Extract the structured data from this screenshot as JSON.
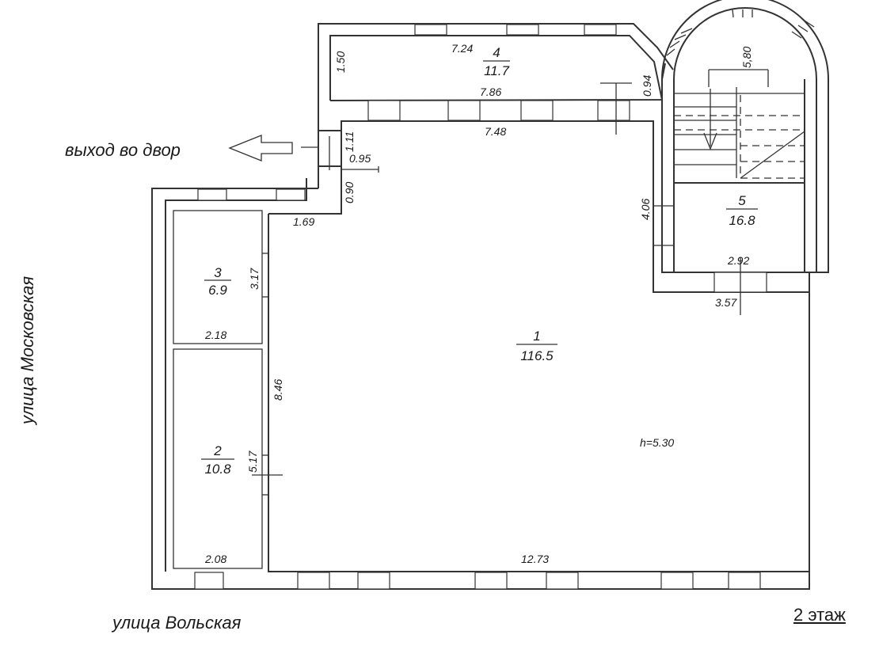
{
  "plan": {
    "floor_label": "2 этаж",
    "exit_label": "выход во двор",
    "streets": {
      "left": "улица Московская",
      "bottom": "улица Вольская"
    },
    "height_note": "h=5.30",
    "rooms": [
      {
        "id": "room-1",
        "number": "1",
        "area": "116.5"
      },
      {
        "id": "room-2",
        "number": "2",
        "area": "10.8"
      },
      {
        "id": "room-3",
        "number": "3",
        "area": "6.9"
      },
      {
        "id": "room-4",
        "number": "4",
        "area": "11.7"
      },
      {
        "id": "room-5",
        "number": "5",
        "area": "16.8"
      }
    ],
    "dimensions": {
      "d724": "7.24",
      "d150": "1.50",
      "d094": "0.94",
      "d786": "7.86",
      "d748": "7.48",
      "d111": "1.11",
      "d095": "0.95",
      "d090": "0.90",
      "d169": "1.69",
      "d317": "3.17",
      "d218": "2.18",
      "d846": "8.46",
      "d517": "5.17",
      "d208": "2.08",
      "d1273": "12.73",
      "d580": "5,80",
      "d406": "4.06",
      "d292": "2.92",
      "d357": "3.57"
    }
  }
}
